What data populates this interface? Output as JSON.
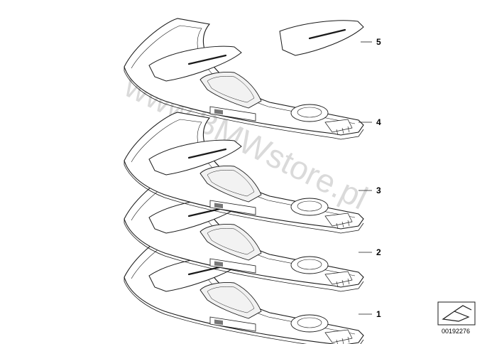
{
  "callouts": [
    "5",
    "4",
    "3",
    "2",
    "1"
  ],
  "watermark": "www.BMWstore.pl",
  "reference_number": "00192276",
  "icons": {
    "corner": "folded-corner-icon"
  },
  "colors": {
    "line": "#1a1a1a",
    "fill": "#ffffff",
    "watermark": "#bdbdbd"
  }
}
